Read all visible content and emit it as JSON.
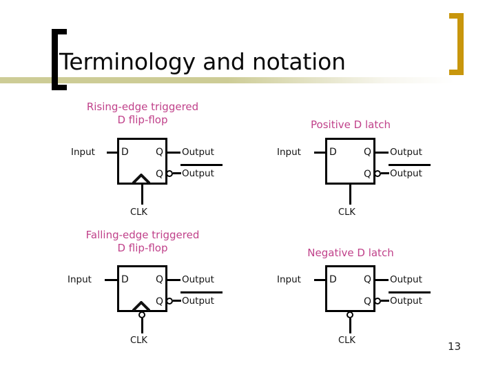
{
  "slide": {
    "title": "Terminology and notation",
    "page_number": "13",
    "accent_color": "#c8960c",
    "band_color": "#cdcc96",
    "heading_color": "#c0418a",
    "line_color": "#000000"
  },
  "diagrams": [
    {
      "id": "rising-edge-d-flip-flop",
      "heading": "Rising-edge triggered\nD flip-flop",
      "input_label": "Input",
      "d_pin": "D",
      "q_pin": "Q",
      "qbar_pin": "Q",
      "output_label": "Output",
      "output_bar_label": "Output",
      "clk_label": "CLK",
      "edge_triggered": true,
      "clock_inverted": false,
      "qbar_bubble": true
    },
    {
      "id": "positive-d-latch",
      "heading": "Positive D latch",
      "input_label": "Input",
      "d_pin": "D",
      "q_pin": "Q",
      "qbar_pin": "Q",
      "output_label": "Output",
      "output_bar_label": "Output",
      "clk_label": "CLK",
      "edge_triggered": false,
      "clock_inverted": false,
      "qbar_bubble": true
    },
    {
      "id": "falling-edge-d-flip-flop",
      "heading": "Falling-edge triggered\nD flip-flop",
      "input_label": "Input",
      "d_pin": "D",
      "q_pin": "Q",
      "qbar_pin": "Q",
      "output_label": "Output",
      "output_bar_label": "Output",
      "clk_label": "CLK",
      "edge_triggered": true,
      "clock_inverted": true,
      "qbar_bubble": true
    },
    {
      "id": "negative-d-latch",
      "heading": "Negative D latch",
      "input_label": "Input",
      "d_pin": "D",
      "q_pin": "Q",
      "qbar_pin": "Q",
      "output_label": "Output",
      "output_bar_label": "Output",
      "clk_label": "CLK",
      "edge_triggered": false,
      "clock_inverted": true,
      "qbar_bubble": true
    }
  ]
}
